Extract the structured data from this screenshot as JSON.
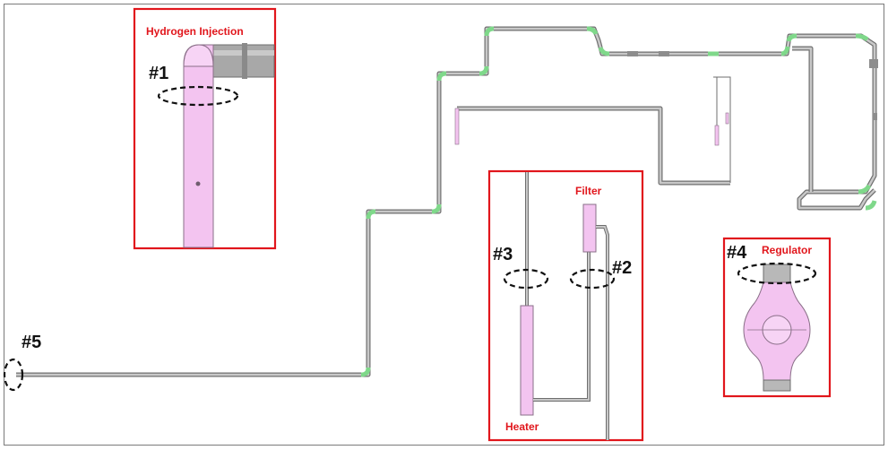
{
  "detail_boxes": {
    "hydrogen_injection": {
      "label": "Hydrogen Injection"
    },
    "heater_filter": {
      "filter_label": "Filter",
      "heater_label": "Heater"
    },
    "regulator": {
      "label": "Regulator"
    }
  },
  "markers": {
    "m1": "#1",
    "m2": "#2",
    "m3": "#3",
    "m4": "#4",
    "m5": "#5"
  },
  "colors": {
    "detail_box_border": "#e1161c",
    "pipe": "#c8c8c8",
    "elbow": "#7fd88a",
    "component": "#f3c4f0"
  }
}
